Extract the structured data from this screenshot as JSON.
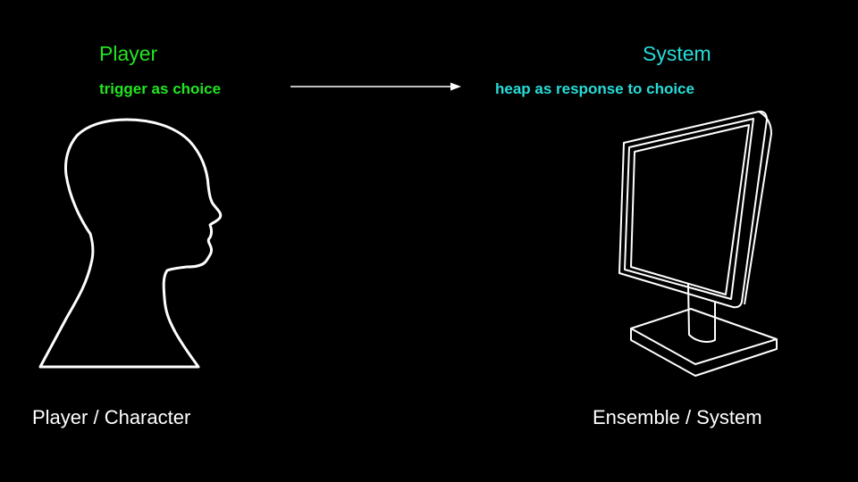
{
  "player": {
    "title": "Player",
    "subtitle": "trigger as choice",
    "caption": "Player / Character",
    "color": "#22e51f",
    "icon": "human-head-silhouette-icon"
  },
  "system": {
    "title": "System",
    "subtitle": "heap as response to choice",
    "caption": "Ensemble / System",
    "color": "#27dcd8",
    "icon": "computer-monitor-icon"
  },
  "colors": {
    "background": "#000000",
    "outline": "#ffffff"
  }
}
